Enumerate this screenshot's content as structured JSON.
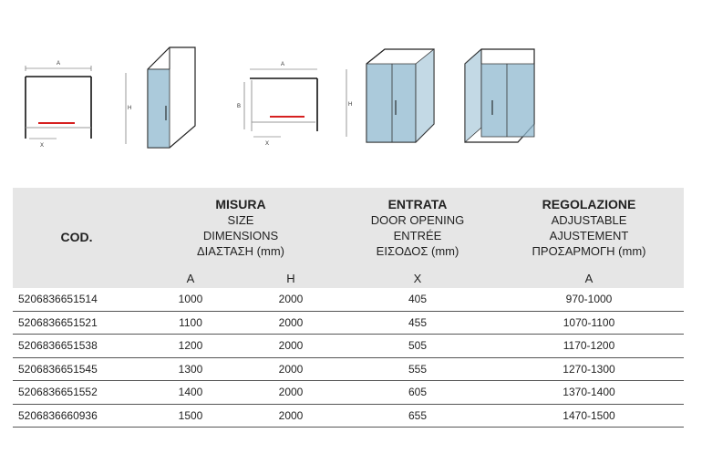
{
  "diagrams": {
    "labels": [
      "A",
      "X",
      "H",
      "A",
      "B",
      "X",
      "H"
    ]
  },
  "table": {
    "cod_header": "COD.",
    "groups": [
      {
        "title": "MISURA",
        "lines": [
          "SIZE",
          "DIMENSIONS",
          "ΔΙΑΣΤΑΣΗ (mm)"
        ]
      },
      {
        "title": "ENTRATA",
        "lines": [
          "DOOR OPENING",
          "ENTRÉE",
          "ΕΙΣΟΔΟΣ (mm)"
        ]
      },
      {
        "title": "REGOLAZIONE",
        "lines": [
          "ADJUSTABLE",
          "AJUSTEMENT",
          "ΠΡΟΣΑΡΜΟΓΗ (mm)"
        ]
      }
    ],
    "subheaders": [
      "A",
      "H",
      "X",
      "A"
    ],
    "rows": [
      [
        "5206836651514",
        "1000",
        "2000",
        "405",
        "970-1000"
      ],
      [
        "5206836651521",
        "1100",
        "2000",
        "455",
        "1070-1100"
      ],
      [
        "5206836651538",
        "1200",
        "2000",
        "505",
        "1170-1200"
      ],
      [
        "5206836651545",
        "1300",
        "2000",
        "555",
        "1270-1300"
      ],
      [
        "5206836651552",
        "1400",
        "2000",
        "605",
        "1370-1400"
      ],
      [
        "5206836660936",
        "1500",
        "2000",
        "655",
        "1470-1500"
      ]
    ]
  }
}
